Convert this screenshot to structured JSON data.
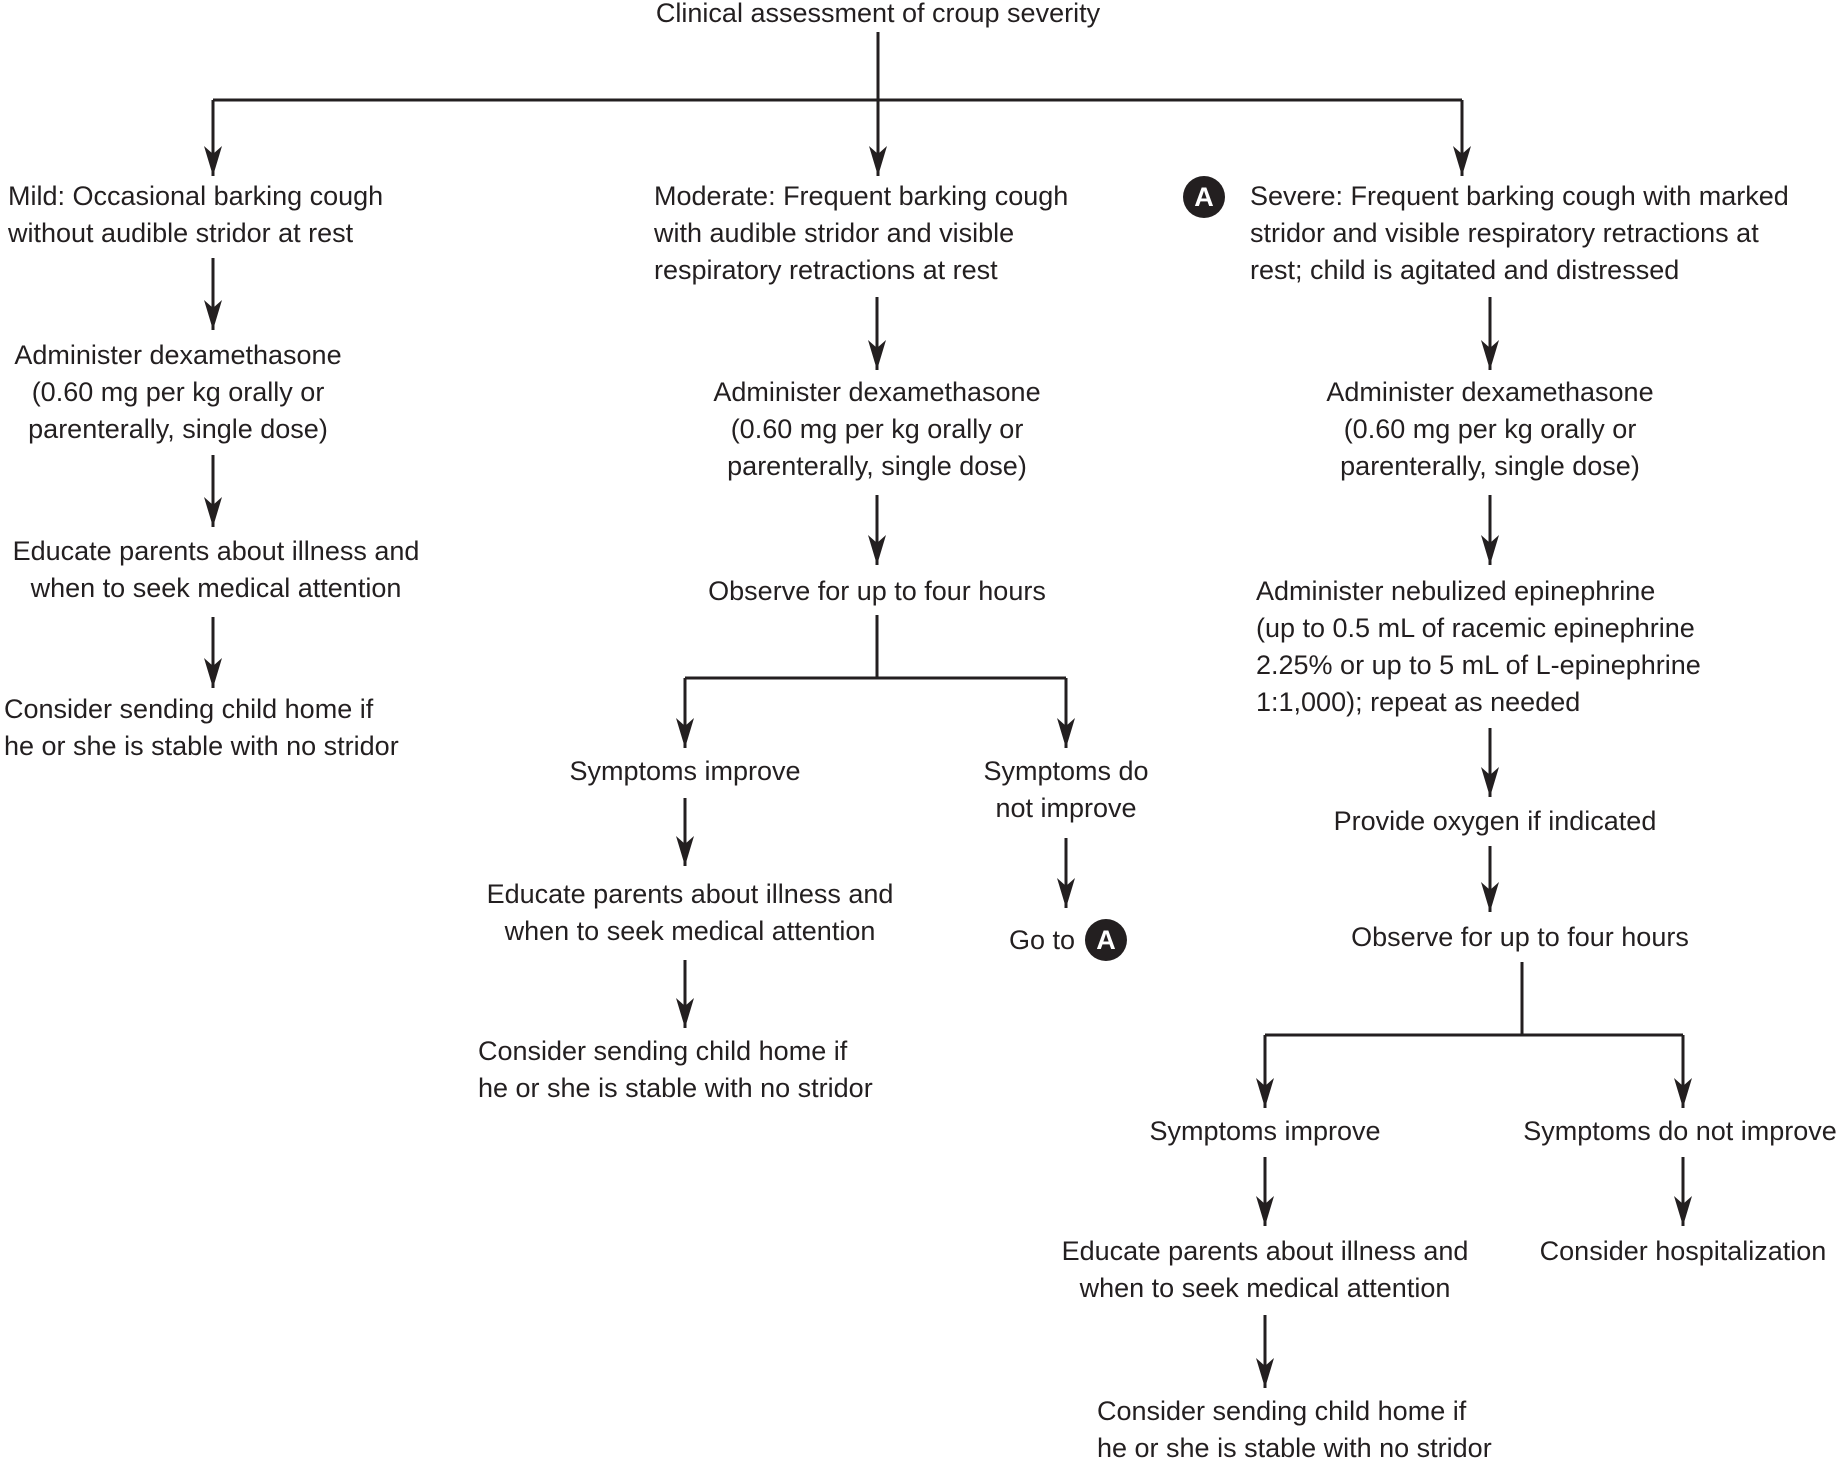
{
  "colors": {
    "ink": "#231f20",
    "badge-bg": "#231f20",
    "badge-fg": "#ffffff",
    "bg": "#ffffff"
  },
  "badge_a": "A",
  "nodes": {
    "title": "Clinical assessment of croup severity",
    "mild": {
      "lines": [
        "Mild: Occasional barking cough",
        "without audible stridor at rest"
      ]
    },
    "moderate": {
      "lines": [
        "Moderate: Frequent barking cough",
        "with audible stridor and visible",
        "respiratory retractions at rest"
      ]
    },
    "severe": {
      "lines": [
        "Severe: Frequent barking cough with marked",
        "stridor and visible respiratory retractions at",
        "rest; child is agitated and distressed"
      ]
    },
    "dexamethasone": {
      "lines": [
        "Administer dexamethasone",
        "(0.60 mg per kg orally or",
        "parenterally, single dose)"
      ]
    },
    "epinephrine": {
      "lines": [
        "Administer nebulized epinephrine",
        "(up to 0.5 mL of racemic epinephrine",
        "2.25% or up to 5 mL of L-epinephrine",
        "1:1,000); repeat as needed"
      ]
    },
    "educate": {
      "lines": [
        "Educate parents about illness and",
        "when to seek medical attention"
      ]
    },
    "send_home": {
      "lines": [
        "Consider sending child home if",
        "he or she is stable with no stridor"
      ]
    },
    "observe": "Observe for up to four hours",
    "symptoms_improve": "Symptoms improve",
    "symptoms_do_not_improve_2line": {
      "lines": [
        "Symptoms do",
        "not improve"
      ]
    },
    "symptoms_do_not_improve": "Symptoms do not improve",
    "oxygen": "Provide oxygen if indicated",
    "hospitalization": "Consider hospitalization",
    "goto": {
      "text": "Go to"
    }
  }
}
